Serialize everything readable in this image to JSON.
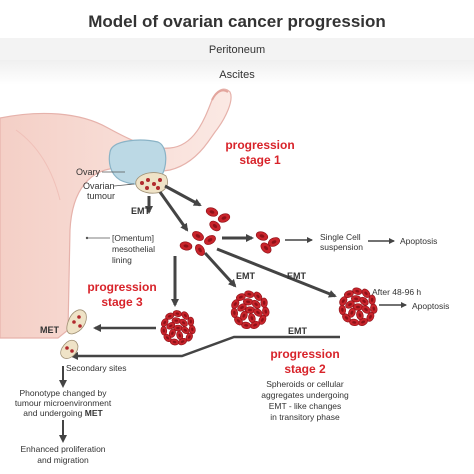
{
  "title": "Model of ovarian cancer progression",
  "labels": {
    "peritoneum": "Peritoneum",
    "ascites": "Ascites",
    "ovary": "Ovary",
    "ovarian_tumour_1": "Ovarian",
    "ovarian_tumour_2": "tumour",
    "emt_left": "EMT",
    "emt_mid1": "EMT",
    "emt_mid2": "EMT",
    "emt_lower": "EMT",
    "omentum_1": "[Omentum]",
    "omentum_2": "mesothelial",
    "omentum_3": "lining",
    "single_cell_1": "Single Cell",
    "single_cell_2": "suspension",
    "apoptosis_1": "Apoptosis",
    "apoptosis_2": "Apoptosis",
    "after_time": "After 48-96 h",
    "met": "MET",
    "secondary_sites": "Secondary sites",
    "spheroids_1": "Spheroids or cellular",
    "spheroids_2": "aggregates undergoing",
    "spheroids_3": "EMT - like changes",
    "spheroids_4": "in transitory phase",
    "phenotype_1": "Phonotype changed by",
    "phenotype_2": "tumour microenvironment",
    "phenotype_3a": "and undergoing ",
    "phenotype_3b": "MET",
    "enhanced_1": "Enhanced proliferation",
    "enhanced_2": "and migration"
  },
  "stages": {
    "stage1_line1": "progression",
    "stage1_line2": "stage 1",
    "stage2_line1": "progression",
    "stage2_line2": "stage 2",
    "stage3_line1": "progression",
    "stage3_line2": "stage 3"
  },
  "colors": {
    "cell": "#c8242b",
    "cell_dark": "#8e1118",
    "arrow": "#444444",
    "stage_text": "#d8232a",
    "uterus": "#f6d7cf",
    "uterus_edge": "#e8aca6",
    "ovary": "#bfdbe6"
  }
}
